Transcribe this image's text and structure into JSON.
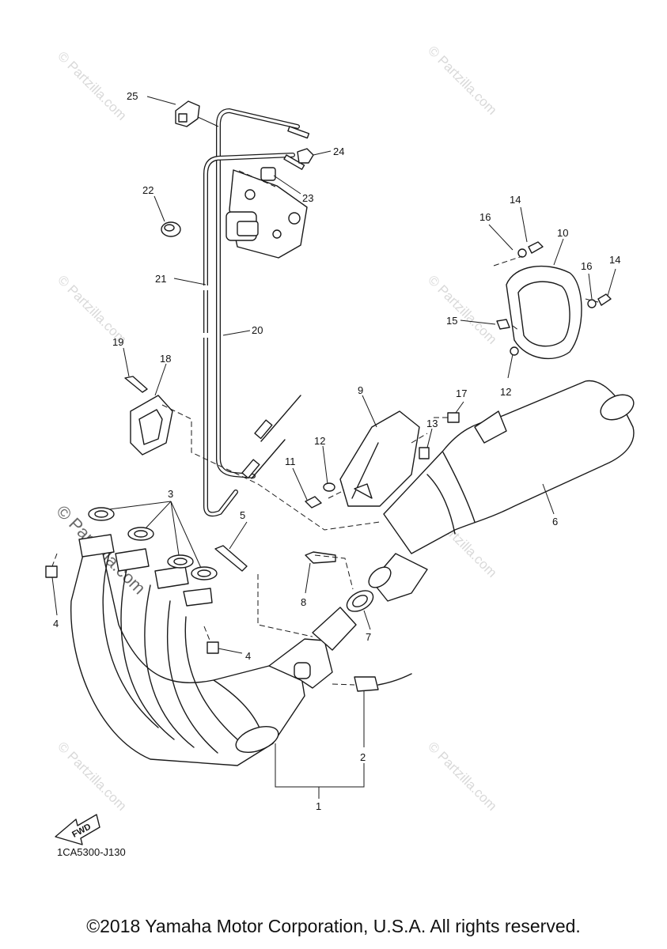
{
  "watermark": {
    "small_text": "© Partzilla.com",
    "large_text": "© Partzilla.com"
  },
  "callouts": [
    {
      "id": "1",
      "label": "1"
    },
    {
      "id": "2",
      "label": "2"
    },
    {
      "id": "3",
      "label": "3"
    },
    {
      "id": "4a",
      "label": "4"
    },
    {
      "id": "4b",
      "label": "4"
    },
    {
      "id": "5",
      "label": "5"
    },
    {
      "id": "6",
      "label": "6"
    },
    {
      "id": "7",
      "label": "7"
    },
    {
      "id": "8",
      "label": "8"
    },
    {
      "id": "9",
      "label": "9"
    },
    {
      "id": "10",
      "label": "10"
    },
    {
      "id": "11",
      "label": "11"
    },
    {
      "id": "12a",
      "label": "12"
    },
    {
      "id": "12b",
      "label": "12"
    },
    {
      "id": "13",
      "label": "13"
    },
    {
      "id": "14a",
      "label": "14"
    },
    {
      "id": "14b",
      "label": "14"
    },
    {
      "id": "15",
      "label": "15"
    },
    {
      "id": "16a",
      "label": "16"
    },
    {
      "id": "16b",
      "label": "16"
    },
    {
      "id": "17",
      "label": "17"
    },
    {
      "id": "18",
      "label": "18"
    },
    {
      "id": "19",
      "label": "19"
    },
    {
      "id": "20",
      "label": "20"
    },
    {
      "id": "21",
      "label": "21"
    },
    {
      "id": "22",
      "label": "22"
    },
    {
      "id": "23",
      "label": "23"
    },
    {
      "id": "24",
      "label": "24"
    },
    {
      "id": "25",
      "label": "25"
    }
  ],
  "fwd_badge": "FWD",
  "diagram_code": "1CA5300-J130",
  "copyright": "©2018 Yamaha Motor Corporation, U.S.A. All rights reserved."
}
